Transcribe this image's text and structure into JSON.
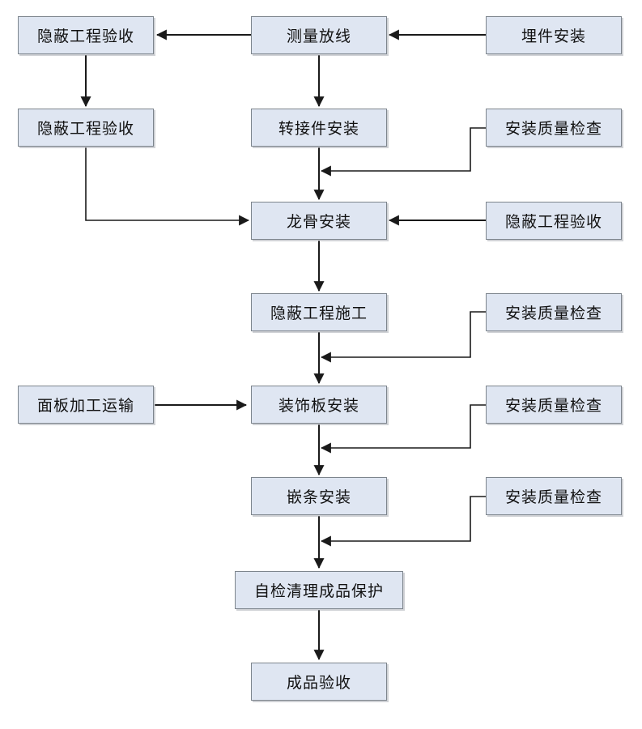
{
  "diagram": {
    "type": "flowchart",
    "language": "zh-CN",
    "colors": {
      "node_fill": "#dfe6f2",
      "node_border": "#7d858d",
      "arrow": "#1a1a1a",
      "background": "#ffffff",
      "text": "#111111"
    },
    "nodes": {
      "n1": {
        "label": "隐蔽工程验收"
      },
      "n2": {
        "label": "测量放线"
      },
      "n3": {
        "label": "埋件安装"
      },
      "n4": {
        "label": "隐蔽工程验收"
      },
      "n5": {
        "label": "转接件安装"
      },
      "n6": {
        "label": "安装质量检查"
      },
      "n7": {
        "label": "龙骨安装"
      },
      "n8": {
        "label": "隐蔽工程验收"
      },
      "n9": {
        "label": "隐蔽工程施工"
      },
      "n10": {
        "label": "安装质量检查"
      },
      "n11": {
        "label": "面板加工运输"
      },
      "n12": {
        "label": "装饰板安装"
      },
      "n13": {
        "label": "安装质量检查"
      },
      "n14": {
        "label": "嵌条安装"
      },
      "n15": {
        "label": "安装质量检查"
      },
      "n16": {
        "label": "自检清理成品保护"
      },
      "n17": {
        "label": "成品验收"
      }
    },
    "edges": [
      {
        "from": "n3",
        "to": "n2",
        "style": "straight"
      },
      {
        "from": "n2",
        "to": "n1",
        "style": "straight"
      },
      {
        "from": "n1",
        "to": "n4",
        "style": "straight"
      },
      {
        "from": "n2",
        "to": "n5",
        "style": "straight"
      },
      {
        "from": "n4",
        "to": "n7",
        "style": "elbow"
      },
      {
        "from": "n5",
        "to": "n7",
        "style": "straight"
      },
      {
        "from": "n6",
        "to": "n7",
        "style": "feedback-elbow"
      },
      {
        "from": "n8",
        "to": "n7",
        "style": "straight"
      },
      {
        "from": "n7",
        "to": "n9",
        "style": "straight"
      },
      {
        "from": "n10",
        "to": "n12",
        "style": "feedback-elbow"
      },
      {
        "from": "n9",
        "to": "n12",
        "style": "straight"
      },
      {
        "from": "n11",
        "to": "n12",
        "style": "straight"
      },
      {
        "from": "n13",
        "to": "n14",
        "style": "feedback-elbow"
      },
      {
        "from": "n12",
        "to": "n14",
        "style": "straight"
      },
      {
        "from": "n15",
        "to": "n16",
        "style": "feedback-elbow"
      },
      {
        "from": "n14",
        "to": "n16",
        "style": "straight"
      },
      {
        "from": "n16",
        "to": "n17",
        "style": "straight"
      }
    ]
  }
}
